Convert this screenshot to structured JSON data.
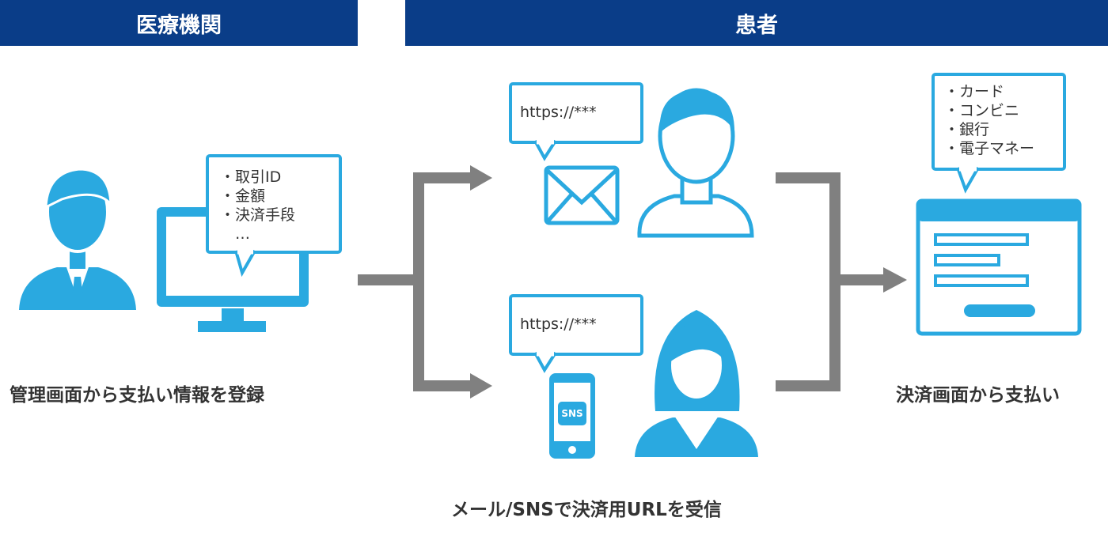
{
  "headers": {
    "institution": "医療機関",
    "patient": "患者"
  },
  "registration_bubble": {
    "items": [
      "・取引ID",
      "・金額",
      "・決済手段",
      "　…"
    ]
  },
  "email_bubble": {
    "text": "https://***"
  },
  "sns_bubble": {
    "text": "https://***"
  },
  "sns_label": "SNS",
  "payment_bubble": {
    "items": [
      "・カード",
      "・コンビニ",
      "・銀行",
      "・電子マネー"
    ]
  },
  "captions": {
    "left": "管理画面から支払い情報を登録",
    "right": "決済画面から支払い",
    "bottom": "メール/SNSで決済用URLを受信"
  },
  "colors": {
    "header": "#0a3d88",
    "icon_blue": "#2aa9e0",
    "arrow_gray": "#808080",
    "text": "#333333"
  }
}
